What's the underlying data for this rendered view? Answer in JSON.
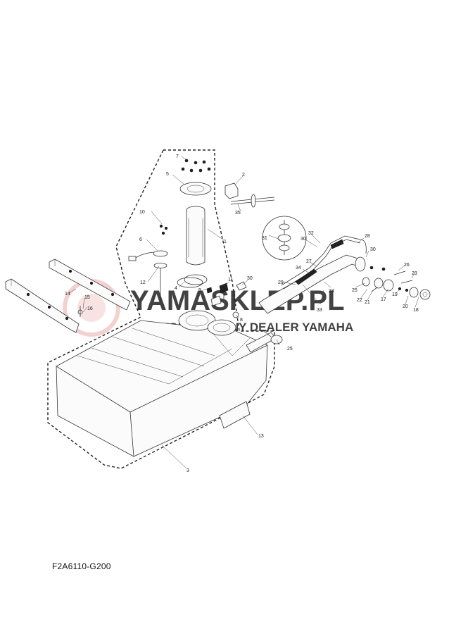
{
  "diagram_code": "F2A6110-G200",
  "watermark": {
    "brand": "YAMASKLEP.PL",
    "subtitle": "AUTORYZOWANY DEALER YAMAHA",
    "color": "#f3c9c9"
  },
  "callouts": [
    "1",
    "2",
    "3",
    "4",
    "5",
    "6",
    "7",
    "8",
    "9",
    "10",
    "11",
    "12",
    "13",
    "14",
    "15",
    "16",
    "17",
    "18",
    "19",
    "20",
    "21",
    "22",
    "23",
    "24",
    "25",
    "25",
    "26",
    "27",
    "28",
    "29",
    "30",
    "30",
    "30",
    "31",
    "32",
    "33",
    "34",
    "35"
  ]
}
